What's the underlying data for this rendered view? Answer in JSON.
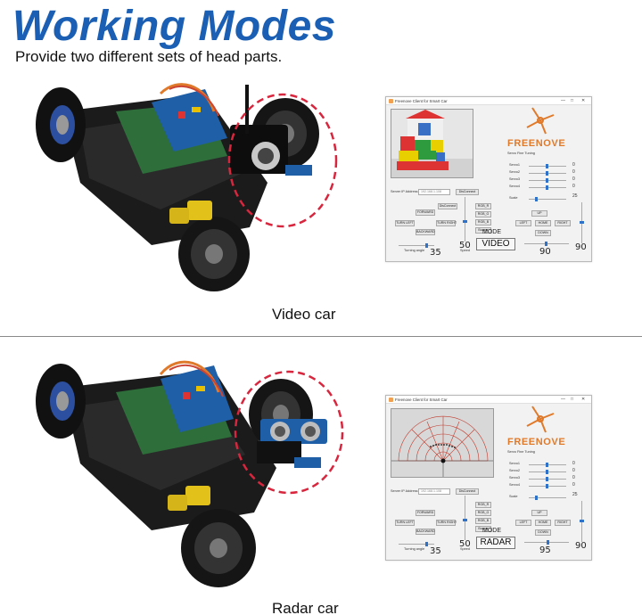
{
  "heading": "Working Modes",
  "subheading": "Provide two different sets of head parts.",
  "captions": {
    "video": "Video car",
    "radar": "Radar car"
  },
  "app": {
    "window_title": "Freenove Client for Smart Car",
    "window_controls": [
      "—",
      "□",
      "✕"
    ],
    "brand": "FREENOVE",
    "servo_fine_tuning": "Servo Fine Tuning",
    "servos": [
      "Servo1",
      "Servo2",
      "Servo3",
      "Servo4"
    ],
    "servo_values": [
      "0",
      "0",
      "0",
      "0"
    ],
    "scale_label": "Scale",
    "scale_value": "25",
    "server_ip_label": "Server IP Address",
    "server_ip_value": "192.168.1.108",
    "disconnect_label": "DisConnect",
    "buttons": {
      "forward": "FORWARD",
      "backward": "BACKWARD",
      "turn_left": "TURN LEFT",
      "turn_right": "TURN RIGHT",
      "rgb_r": "RGB_R",
      "rgb_g": "RGB_G",
      "rgb_b": "RGB_B",
      "buzzer": "Buzzer",
      "up": "UP",
      "left": "LEFT",
      "home": "HOME",
      "right": "RIGHT",
      "down": "DOWN"
    },
    "turning_angle_label": "Turning angle",
    "speed_label": "Speed",
    "mode_label": "MODE"
  },
  "video_panel": {
    "turning_angle": "35",
    "speed": "50",
    "mode": "VIDEO",
    "camera_h": "90",
    "camera_v": "90"
  },
  "radar_panel": {
    "turning_angle": "35",
    "speed": "50",
    "mode": "RADAR",
    "camera_h": "95",
    "camera_v": "90"
  },
  "colors": {
    "heading": "#1a5fb4",
    "brand": "#e07a2b",
    "highlight_circle": "#d7263d",
    "slider": "#2f72c9"
  }
}
